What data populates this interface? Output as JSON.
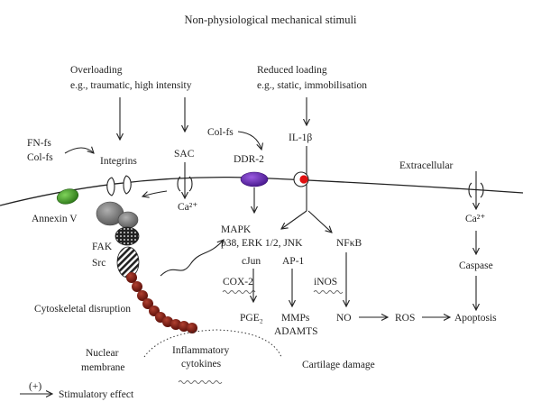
{
  "title": "Non-physiological mechanical stimuli",
  "overloading": {
    "line1": "Overloading",
    "line2": "e.g., traumatic, high intensity"
  },
  "reduced_loading": {
    "line1": "Reduced loading",
    "line2": "e.g., static, immobilisation"
  },
  "fn_col": {
    "line1": "FN-fs",
    "line2": "Col-fs"
  },
  "col_fs": "Col-fs",
  "integrins": "Integrins",
  "sac": "SAC",
  "ddr2": "DDR-2",
  "il1": "IL-1β",
  "extracellular": "Extracellular",
  "annexin": "Annexin V",
  "ca_left": "Ca²⁺",
  "ca_right": "Ca²⁺",
  "mapk": {
    "line1": "MAPK",
    "line2": "p38, ERK 1/2, JNK"
  },
  "fak": "FAK",
  "src": "Src",
  "cjun": "cJun",
  "ap1": "AP-1",
  "nfkb": "NFκB",
  "cox2": "COX-2",
  "inos": "iNOS",
  "caspase": "Caspase",
  "cytoskeletal": "Cytoskeletal disruption",
  "pge2": "PGE₂",
  "mmps": {
    "line1": "MMPs",
    "line2": "ADAMTS"
  },
  "no": "NO",
  "ros": "ROS",
  "apoptosis": "Apoptosis",
  "nuclear": {
    "line1": "Nuclear",
    "line2": "membrane"
  },
  "inflammatory": {
    "line1": "Inflammatory",
    "line2": "cytokines"
  },
  "cartilage": "Cartilage damage",
  "legend": {
    "symbol": "(+)",
    "label": "Stimulatory effect"
  },
  "colors": {
    "annexin": "#4a9a2a",
    "ddr2": "#6a2bb0",
    "il1_dot": "#e01010",
    "bead": "#7a1a12",
    "fak": "#707070"
  }
}
